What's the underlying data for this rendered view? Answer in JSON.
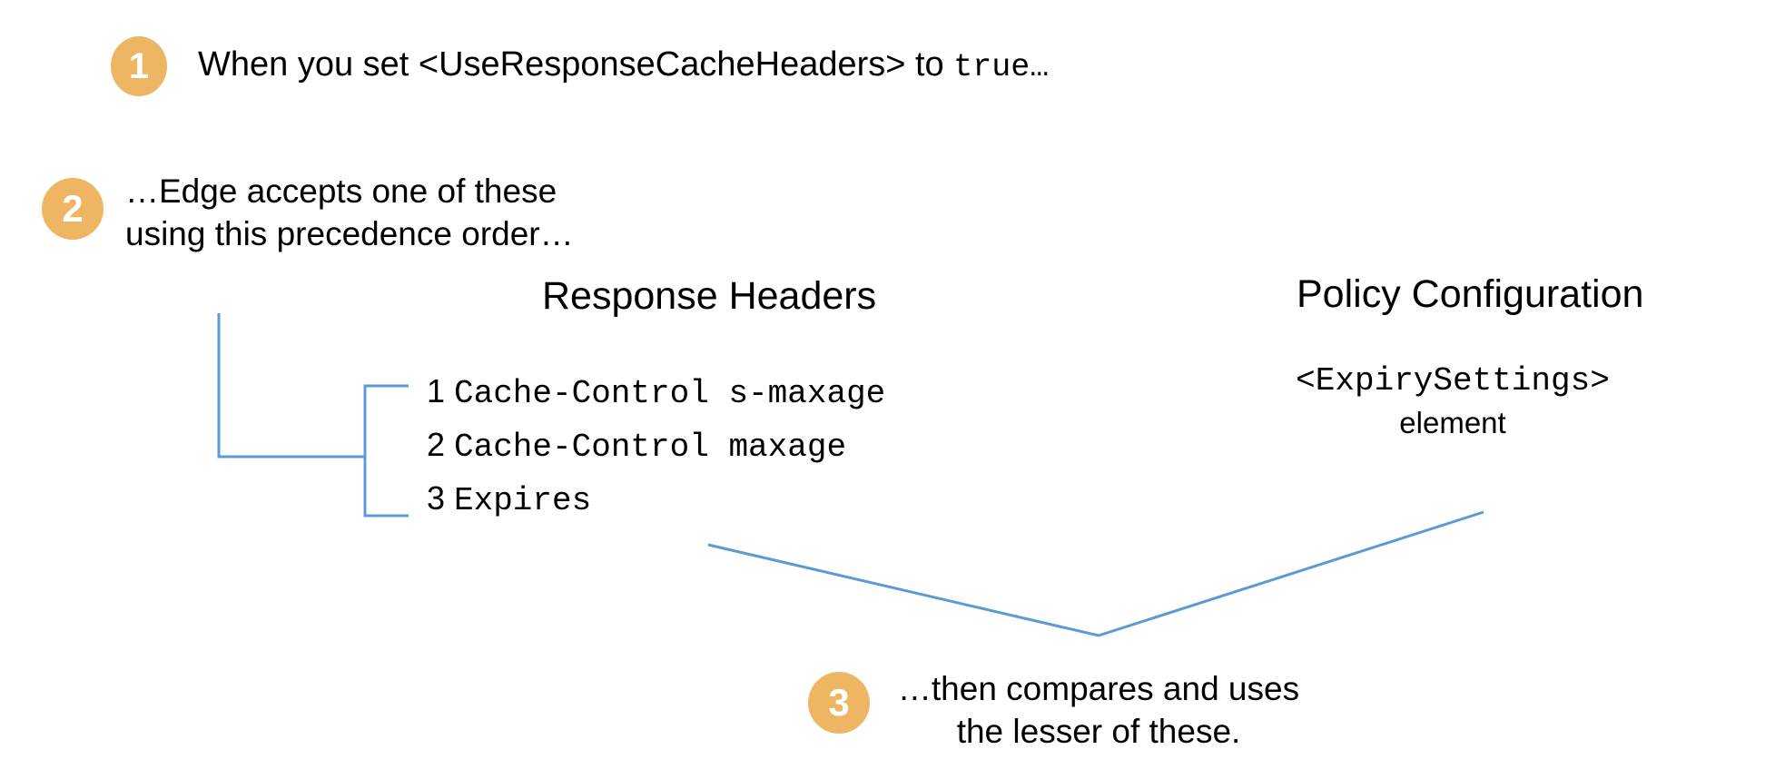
{
  "colors": {
    "badge": "#eeb563",
    "connector": "#5b9bd5",
    "text": "#000000",
    "background": "#ffffff"
  },
  "steps": [
    {
      "number": "1",
      "text_prefix": "When you set <UseResponseCacheHeaders> to ",
      "text_mono": "true…"
    },
    {
      "number": "2",
      "text": "…Edge accepts one of these using this precedence order…"
    },
    {
      "number": "3",
      "text": "…then compares and uses the lesser of these."
    }
  ],
  "columns": {
    "response_headers": {
      "heading": "Response Headers",
      "items": [
        {
          "rank": "1",
          "name": "Cache-Control s-maxage"
        },
        {
          "rank": "2",
          "name": "Cache-Control maxage"
        },
        {
          "rank": "3",
          "name": "Expires"
        }
      ]
    },
    "policy_configuration": {
      "heading": "Policy Configuration",
      "element_tag": "<ExpirySettings>",
      "element_word": "element"
    }
  }
}
